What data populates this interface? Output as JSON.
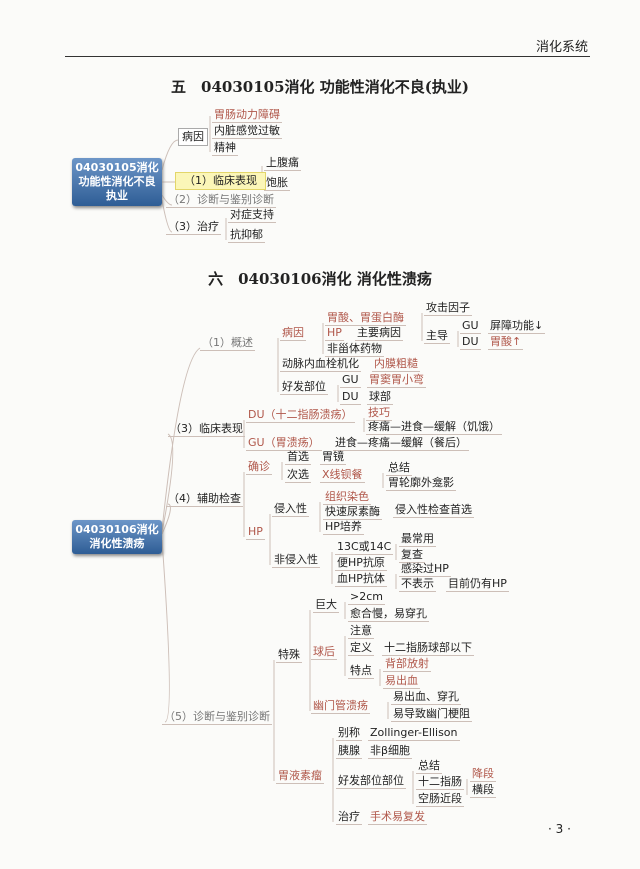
{
  "header": {
    "section": "消化系统"
  },
  "map1": {
    "title": "五　04030105消化 功能性消化不良(执业)",
    "root": "04030105消化 功能性消化不良 执业",
    "nodes": {
      "cause": "病因",
      "c1": "胃肠动力障碍",
      "c2": "内脏感觉过敏",
      "c3": "精神",
      "clinical": "（1）临床表现",
      "s1": "上腹痛",
      "s2": "饱胀",
      "diag": "（2）诊断与鉴别诊断",
      "treat": "（3）治疗",
      "t1": "对症支持",
      "t2": "抗抑郁"
    }
  },
  "map2": {
    "title": "六　04030106消化 消化性溃疡",
    "root": "04030106消化 消化性溃疡",
    "nodes": {
      "overview": "（1）概述",
      "cause": "病因",
      "acid": "胃酸、胃蛋白酶",
      "hp": "HP",
      "main_cause": "主要病因",
      "nsaid": "非甾体药物",
      "attack": "攻击因子",
      "dominant": "主导",
      "gu1": "GU",
      "barrier": "屏障功能↓",
      "du1": "DU",
      "acid_up": "胃酸↑",
      "thrombus": "动脉内血栓机化",
      "intima": "内膜粗糙",
      "site": "好发部位",
      "gu2": "GU",
      "antrum": "胃窦胃小弯",
      "du2": "DU",
      "bulb": "球部",
      "clinical": "（3）临床表现",
      "du_full": "DU（十二指肠溃疡）",
      "tip": "技巧",
      "du_pattern": "疼痛—进食—缓解（饥饿）",
      "gu_full": "GU（胃溃疡）",
      "gu_pattern": "进食—疼痛—缓解（餐后）",
      "aux": "（4）辅助检查",
      "confirm": "确诊",
      "first": "首选",
      "endoscopy": "胃镜",
      "second": "次选",
      "barium": "X线钡餐",
      "summary1": "总结",
      "niche": "胃轮廓外龛影",
      "hp2": "HP",
      "invasive": "侵入性",
      "stain": "组织染色",
      "urease": "快速尿素酶",
      "inv_first": "侵入性检查首选",
      "culture": "HP培养",
      "noninvasive": "非侵入性",
      "c13": "13C或14C",
      "most_used": "最常用",
      "stool": "便HP抗原",
      "recheck": "复查",
      "blood": "血HP抗体",
      "infected": "感染过HP",
      "not_mean": "不表示",
      "still_hp": "目前仍有HP",
      "diag": "（5）诊断与鉴别诊断",
      "special": "特殊",
      "giant": "巨大",
      "gt2cm": ">2cm",
      "slow": "愈合慢，易穿孔",
      "postbulb": "球后",
      "note": "注意",
      "define": "定义",
      "below_bulb": "十二指肠球部以下",
      "feature": "特点",
      "back": "背部放射",
      "bleed": "易出血",
      "pyloric": "幽门管溃疡",
      "bleed_perf": "易出血、穿孔",
      "obstruct": "易导致幽门梗阻",
      "gastrinoma": "胃液素瘤",
      "alias": "别称",
      "ze": "Zollinger-Ellison",
      "pancreas": "胰腺",
      "nonbeta": "非β细胞",
      "site2": "好发部位部位",
      "summary2": "总结",
      "duodenum": "十二指肠",
      "jejunum": "空肠近段",
      "descending": "降段",
      "horizontal": "横段",
      "treat": "治疗",
      "surgery": "手术易复发"
    }
  },
  "page_number": "· 3 ·",
  "colors": {
    "accent_red": "#b0574a",
    "root_blue": "#2e5d95",
    "highlight_yellow": "#fbf6b8"
  }
}
